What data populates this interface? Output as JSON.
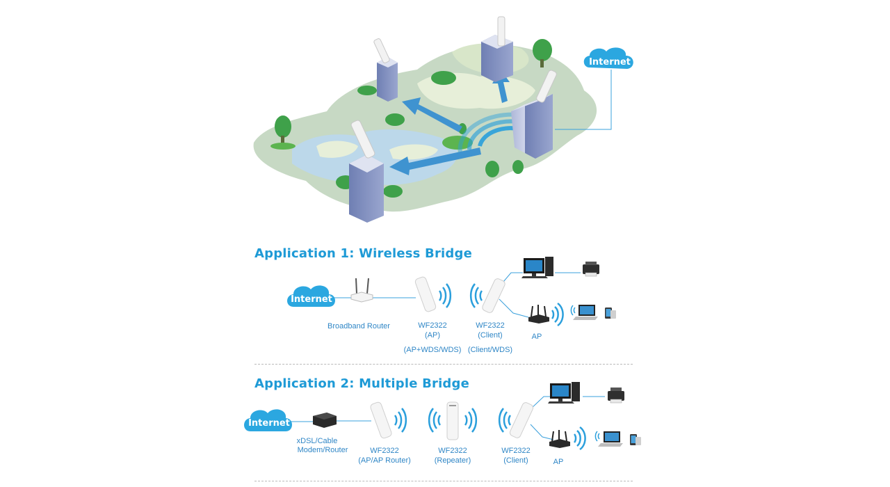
{
  "top_scene": {
    "internet_label": "Internet"
  },
  "app1": {
    "title": "Application 1: Wireless Bridge",
    "internet_label": "Internet",
    "router_label": "Broadband Router",
    "ap_label_1": "WF2322",
    "ap_label_2": "(AP)",
    "ap_mode": "(AP+WDS/WDS)",
    "client_label_1": "WF2322",
    "client_label_2": "(Client)",
    "client_mode": "(Client/WDS)",
    "ap_device_label": "AP"
  },
  "app2": {
    "title": "Application 2: Multiple Bridge",
    "internet_label": "Internet",
    "modem_label_1": "xDSL/Cable",
    "modem_label_2": "Modem/Router",
    "router_label_1": "WF2322",
    "router_label_2": "(AP/AP Router)",
    "repeater_label_1": "WF2322",
    "repeater_label_2": "(Repeater)",
    "client_label_1": "WF2322",
    "client_label_2": "(Client)",
    "ap_device_label": "AP"
  },
  "colors": {
    "accent": "#1e9ad6",
    "cloud": "#2ba7e0",
    "line": "#3aa0dc",
    "land": "#c9d9c6",
    "water": "#bcd9ec",
    "building": "#7d8bb8"
  }
}
